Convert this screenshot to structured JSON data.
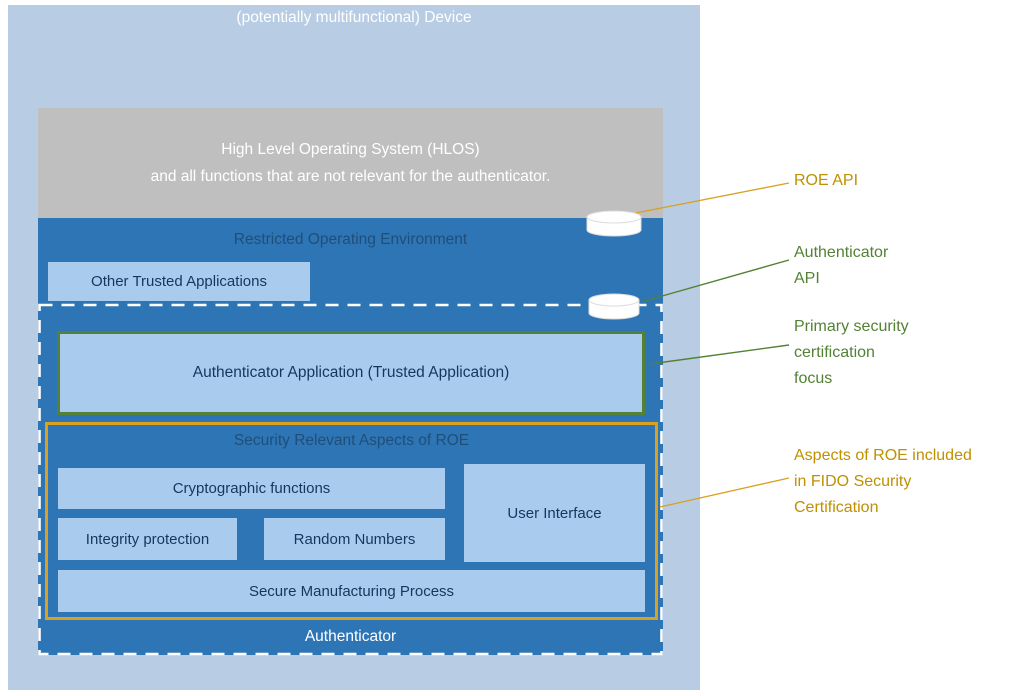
{
  "device": {
    "title": "(potentially multifunctional) Device"
  },
  "hlos": {
    "line1": "High Level Operating System (HLOS)",
    "line2": "and all functions that are not relevant for the authenticator."
  },
  "roe": {
    "title": "Restricted Operating Environment",
    "other_trusted_applications": "Other Trusted Applications"
  },
  "authenticator": {
    "label": "Authenticator",
    "application_label": "Authenticator Application (Trusted Application)"
  },
  "security": {
    "title": "Security Relevant Aspects of ROE",
    "boxes": {
      "crypto": "Cryptographic functions",
      "user_interface": "User Interface",
      "integrity": "Integrity protection",
      "random": "Random Numbers",
      "manufacturing": "Secure Manufacturing Process"
    }
  },
  "callouts": {
    "roe_api": {
      "color": "#bf9000",
      "lines": [
        "ROE API"
      ]
    },
    "authenticator_api": {
      "color": "#538135",
      "lines": [
        "Authenticator",
        "API"
      ]
    },
    "primary_focus": {
      "color": "#538135",
      "lines": [
        "Primary security",
        "certification",
        "focus"
      ]
    },
    "aspects": {
      "color": "#bf9000",
      "lines": [
        "Aspects of ROE included",
        "in FIDO Security",
        "Certification"
      ]
    }
  },
  "icons": {
    "roe_api_connector": "cylinder-icon",
    "authenticator_api_connector": "cylinder-icon"
  },
  "colors": {
    "device_bg": "#b8cce4",
    "hlos_bg": "#bfbfbf",
    "roe_bg": "#2e75b6",
    "inner_box_bg": "#a9ccee",
    "inner_box_text": "#17365d",
    "roe_title_text": "#1f4e79",
    "green_accent": "#538135",
    "orange_accent": "#d9a121",
    "orange_text": "#bf9000",
    "dashed_border": "#ffffff"
  }
}
